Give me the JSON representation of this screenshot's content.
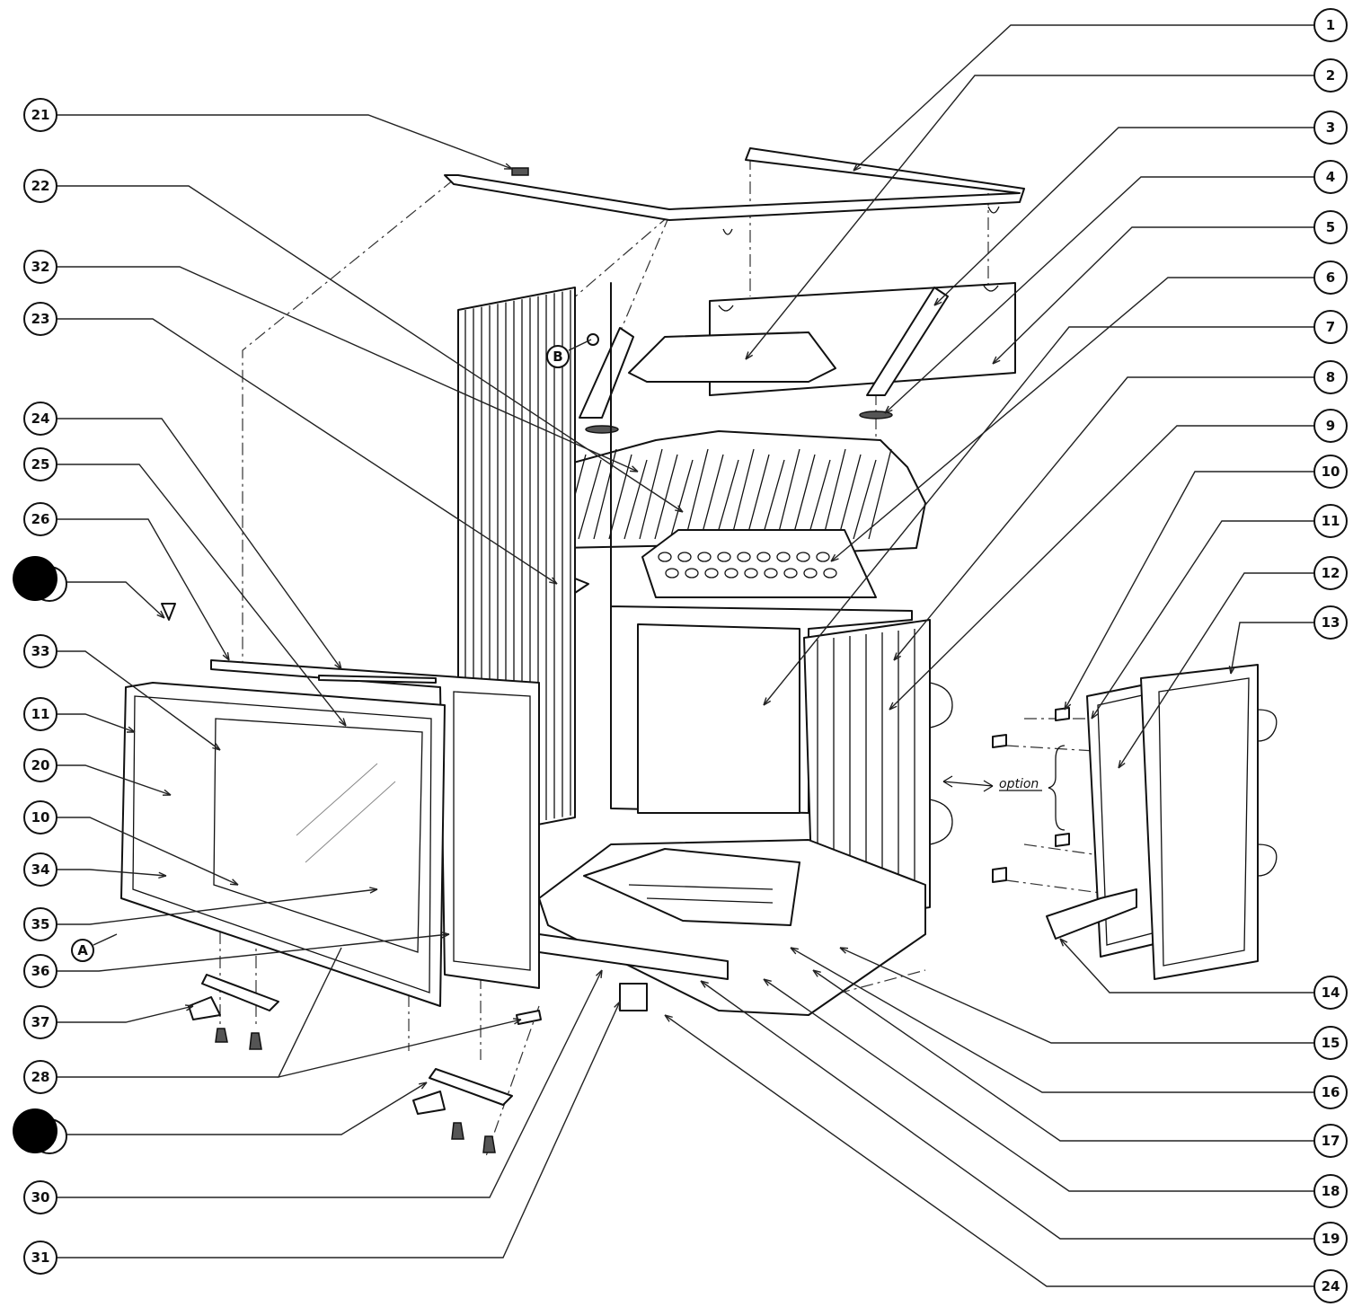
{
  "diagram": {
    "option_label": "option",
    "callouts": [
      {
        "id": "c1",
        "label": "1",
        "side": "right"
      },
      {
        "id": "c2",
        "label": "2",
        "side": "right"
      },
      {
        "id": "c3",
        "label": "3",
        "side": "right"
      },
      {
        "id": "c4",
        "label": "4",
        "side": "right"
      },
      {
        "id": "c5",
        "label": "5",
        "side": "right"
      },
      {
        "id": "c6",
        "label": "6",
        "side": "right"
      },
      {
        "id": "c7",
        "label": "7",
        "side": "right"
      },
      {
        "id": "c8",
        "label": "8",
        "side": "right"
      },
      {
        "id": "c9",
        "label": "9",
        "side": "right"
      },
      {
        "id": "c10",
        "label": "10",
        "side": "right"
      },
      {
        "id": "c11",
        "label": "11",
        "side": "right"
      },
      {
        "id": "c12",
        "label": "12",
        "side": "right"
      },
      {
        "id": "c13",
        "label": "13",
        "side": "right"
      },
      {
        "id": "c14",
        "label": "14",
        "side": "right"
      },
      {
        "id": "c15",
        "label": "15",
        "side": "right"
      },
      {
        "id": "c16",
        "label": "16",
        "side": "right"
      },
      {
        "id": "c17",
        "label": "17",
        "side": "right"
      },
      {
        "id": "c18",
        "label": "18",
        "side": "right"
      },
      {
        "id": "c19",
        "label": "19",
        "side": "right"
      },
      {
        "id": "c24b",
        "label": "24",
        "side": "right"
      },
      {
        "id": "c21",
        "label": "21",
        "side": "left"
      },
      {
        "id": "c22",
        "label": "22",
        "side": "left"
      },
      {
        "id": "c32",
        "label": "32",
        "side": "left"
      },
      {
        "id": "c23",
        "label": "23",
        "side": "left"
      },
      {
        "id": "c24",
        "label": "24",
        "side": "left"
      },
      {
        "id": "c25",
        "label": "25",
        "side": "left"
      },
      {
        "id": "c26",
        "label": "26",
        "side": "left"
      },
      {
        "id": "c27",
        "label": "",
        "side": "left"
      },
      {
        "id": "c33",
        "label": "33",
        "side": "left"
      },
      {
        "id": "c11b",
        "label": "11",
        "side": "left"
      },
      {
        "id": "c20",
        "label": "20",
        "side": "left"
      },
      {
        "id": "c10b",
        "label": "10",
        "side": "left"
      },
      {
        "id": "c34",
        "label": "34",
        "side": "left"
      },
      {
        "id": "c35",
        "label": "35",
        "side": "left"
      },
      {
        "id": "c36",
        "label": "36",
        "side": "left"
      },
      {
        "id": "c37",
        "label": "37",
        "side": "left"
      },
      {
        "id": "c28",
        "label": "28",
        "side": "left"
      },
      {
        "id": "c29",
        "label": "",
        "side": "left"
      },
      {
        "id": "c30",
        "label": "30",
        "side": "left"
      },
      {
        "id": "c31",
        "label": "31",
        "side": "left"
      }
    ],
    "inline_markers": [
      {
        "id": "mA",
        "label": "A"
      },
      {
        "id": "mB",
        "label": "B"
      }
    ]
  }
}
